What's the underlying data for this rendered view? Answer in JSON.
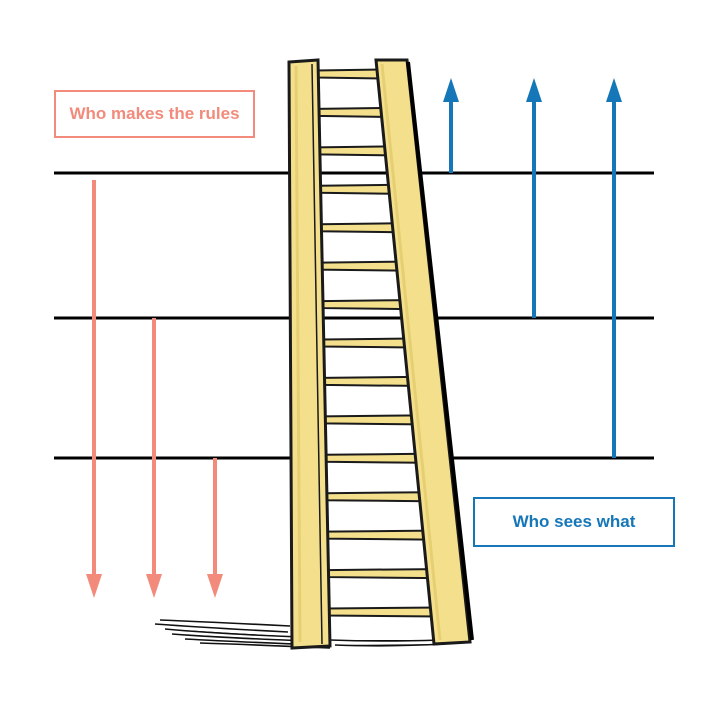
{
  "labels": {
    "rules": "Who makes the rules",
    "sees": "Who sees what"
  },
  "colors": {
    "rules": "#f28b7b",
    "sees": "#1677b8",
    "line": "#000000",
    "ladder_fill": "#f4e08c",
    "ladder_shade": "#e6cf73",
    "ladder_outline": "#1a1a1a"
  },
  "diagram": {
    "levels": 3,
    "down_arrows": [
      "from-level-1",
      "from-level-2",
      "from-level-3"
    ],
    "up_arrows": [
      "from-level-1",
      "from-level-2",
      "from-level-3"
    ],
    "ladder_rungs": 15
  }
}
